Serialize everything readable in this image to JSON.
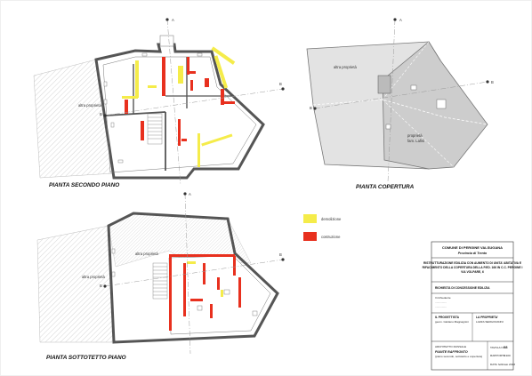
{
  "colors": {
    "demolition": "#f5ec4a",
    "construction": "#e8301e",
    "hatch": "#b8b8b8",
    "roof_gray": "#d8d8d8",
    "wall": "#555555"
  },
  "drawings": {
    "second_floor": {
      "title": "PIANTA SECONDO PIANO",
      "neighbor_label": "altra proprietà"
    },
    "roof": {
      "title": "PIANTA COPERTURA",
      "neighbor_label": "altra proprietà",
      "owner_label_1": "proprietà",
      "owner_label_2": "fam. Lafisi"
    },
    "attic": {
      "title": "PIANTA SOTTOTETTO PIANO",
      "neighbor_label_1": "altra proprietà",
      "neighbor_label_2": "altra proprietà"
    }
  },
  "section_marks": {
    "a": "A",
    "b": "B"
  },
  "legend": {
    "demolition_label": "demolizione",
    "construction_label": "costruzione"
  },
  "title_block": {
    "municipality": "COMUNE DI PERGINE VALSUGANA",
    "province": "Provincia di Trento",
    "project_line_1": "RISTRUTTURAZIONE EDILIZIA CON AUMENTO DI UNITA' ABITATIVA E",
    "project_line_2": "RIFACIMENTO DELLA COPERTURA DELLA P.ED. 166 IN C.C. PERGINE I",
    "project_line_3": "VIA VOLPARE, 6",
    "request": "RICHIESTA DI CONCESSIONE EDILIZIA",
    "notes_1": "Il richiedente",
    "notes_2": "...............",
    "notes_3": "...............",
    "architect_label": "IL PROGETTISTA",
    "architect_name": "geom. Giuliano Magnagnini",
    "owner_label": "LA PROPRIETA'",
    "owner_name": "LAZZA SERGIO/ANNI",
    "drawing_group": "ARCHITETTO RUSSALE",
    "drawing_title": "PIANTE RAFFRONTO",
    "drawing_subtitle": "(piano secondo, sottotetto e copertura)",
    "table_label": "TAVOLA N.",
    "table_number": "08",
    "scale_label": "RAPPORTO",
    "scale_value": "1:100",
    "date_label": "DATA",
    "date_value": "febbraio 2013"
  }
}
